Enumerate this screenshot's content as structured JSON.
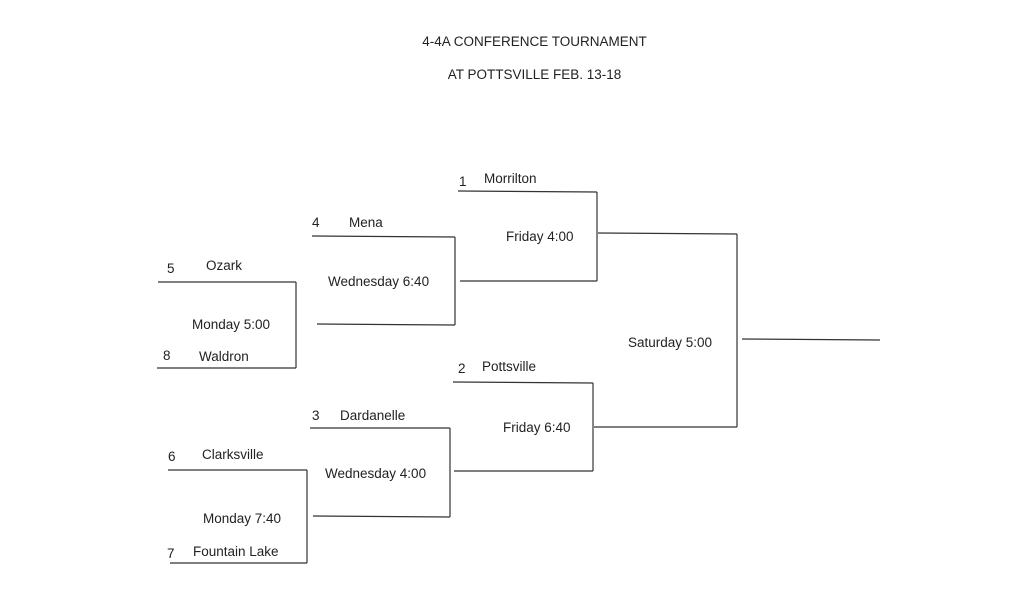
{
  "title": "4-4A CONFERENCE TOURNAMENT",
  "subtitle": "AT POTTSVILLE FEB. 13-18",
  "teams": {
    "morrilton": {
      "seed": "1",
      "name": "Morrilton"
    },
    "pottsville": {
      "seed": "2",
      "name": "Pottsville"
    },
    "dardanelle": {
      "seed": "3",
      "name": "Dardanelle"
    },
    "mena": {
      "seed": "4",
      "name": "Mena"
    },
    "ozark": {
      "seed": "5",
      "name": "Ozark"
    },
    "clarksville": {
      "seed": "6",
      "name": "Clarksville"
    },
    "fountain_lake": {
      "seed": "7",
      "name": "Fountain Lake"
    },
    "waldron": {
      "seed": "8",
      "name": "Waldron"
    }
  },
  "games": {
    "monday_1": "Monday 5:00",
    "monday_2": "Monday 7:40",
    "wednesday_1": "Wednesday 6:40",
    "wednesday_2": "Wednesday 4:00",
    "friday_1": "Friday 4:00",
    "friday_2": "Friday 6:40",
    "final": "Saturday 5:00"
  }
}
